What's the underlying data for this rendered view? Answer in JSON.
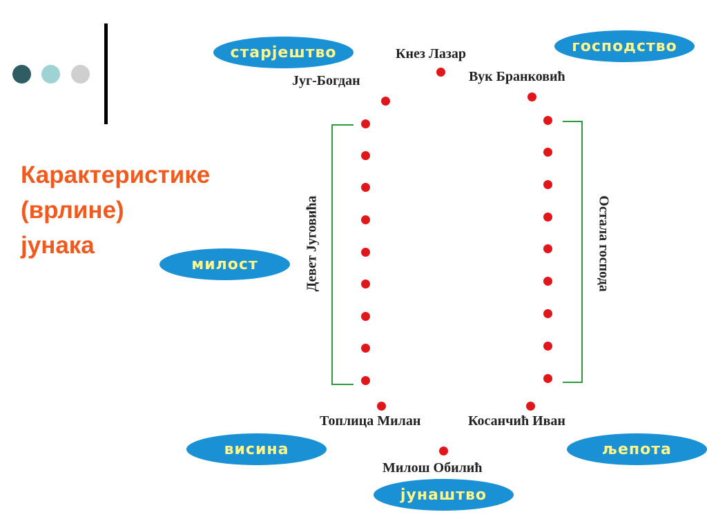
{
  "title_lines": [
    "Карактеристике",
    "(врлине)",
    "јунака"
  ],
  "virtues": {
    "top_left": "старјештво",
    "top_right": "господство",
    "left": "милост",
    "bottom_left": "висина",
    "bottom_right": "љепота",
    "bottom": "јунаштво"
  },
  "heroes": {
    "knez_lazar": "Кнез Лазар",
    "jug_bogdan": "Југ-Богдан",
    "vuk_brankovic": "Вук Бранковић",
    "toplica_milan": "Топлица Милан",
    "kosancic_ivan": "Косанчић Иван",
    "milos_obilic": "Милош Обилић"
  },
  "groups": {
    "left": "Девет Југовића",
    "right": "Остала господа"
  },
  "colors": {
    "title": "#f05a1e",
    "pill_fill": "#1991d4",
    "pill_text": "#fff58a",
    "dot": "#e0161b",
    "bracket": "#2b9a3e"
  }
}
